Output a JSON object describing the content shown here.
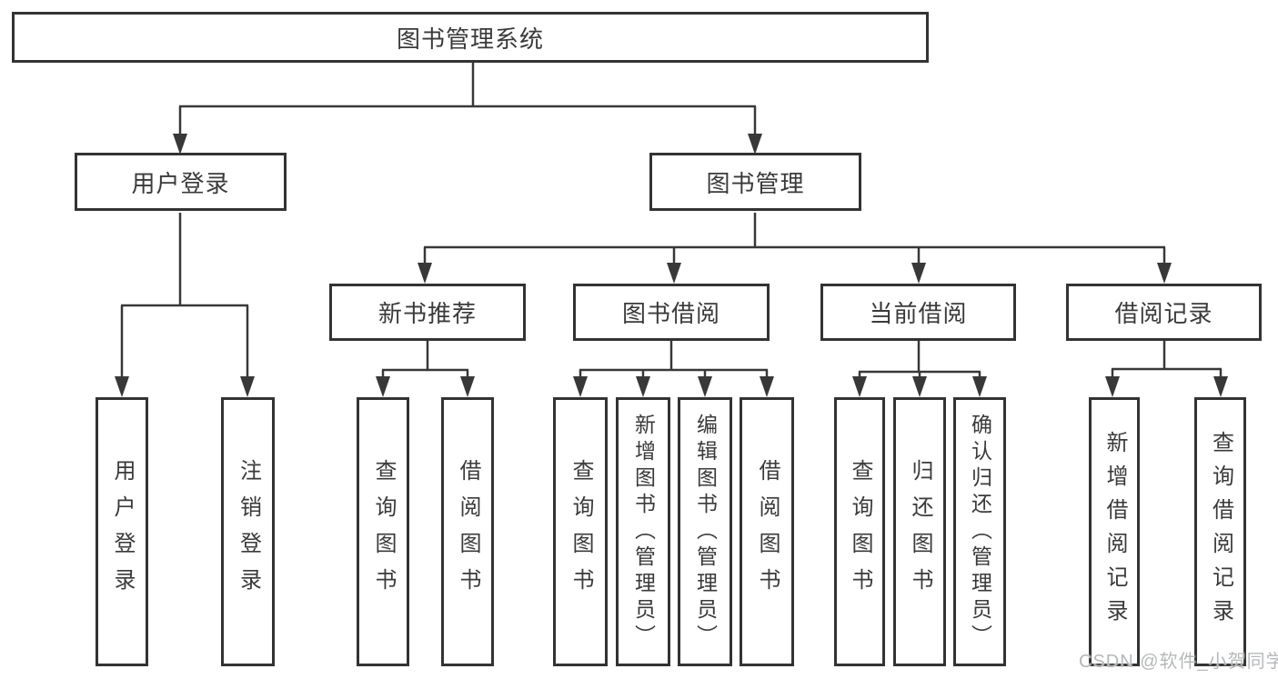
{
  "tree": {
    "label": "图书管理系统",
    "children": [
      {
        "label": "用户登录",
        "children": [
          {
            "label": "用户登录"
          },
          {
            "label": "注销登录"
          }
        ]
      },
      {
        "label": "图书管理",
        "children": [
          {
            "label": "新书推荐",
            "children": [
              {
                "label": "查询图书"
              },
              {
                "label": "借阅图书"
              }
            ]
          },
          {
            "label": "图书借阅",
            "children": [
              {
                "label": "查询图书"
              },
              {
                "label": "新增图书（管理员）"
              },
              {
                "label": "编辑图书（管理员）"
              },
              {
                "label": "借阅图书"
              }
            ]
          },
          {
            "label": "当前借阅",
            "children": [
              {
                "label": "查询图书"
              },
              {
                "label": "归还图书"
              },
              {
                "label": "确认归还（管理员）"
              }
            ]
          },
          {
            "label": "借阅记录",
            "children": [
              {
                "label": "新增借阅记录"
              },
              {
                "label": "查询借阅记录"
              }
            ]
          }
        ]
      }
    ]
  },
  "watermark": "CSDN @软件_小贺同学",
  "colors": {
    "line": "#383838",
    "box_border": "#333333",
    "text": "#3a3a3a",
    "background": "#ffffff",
    "watermark": "#b5b8ba"
  }
}
